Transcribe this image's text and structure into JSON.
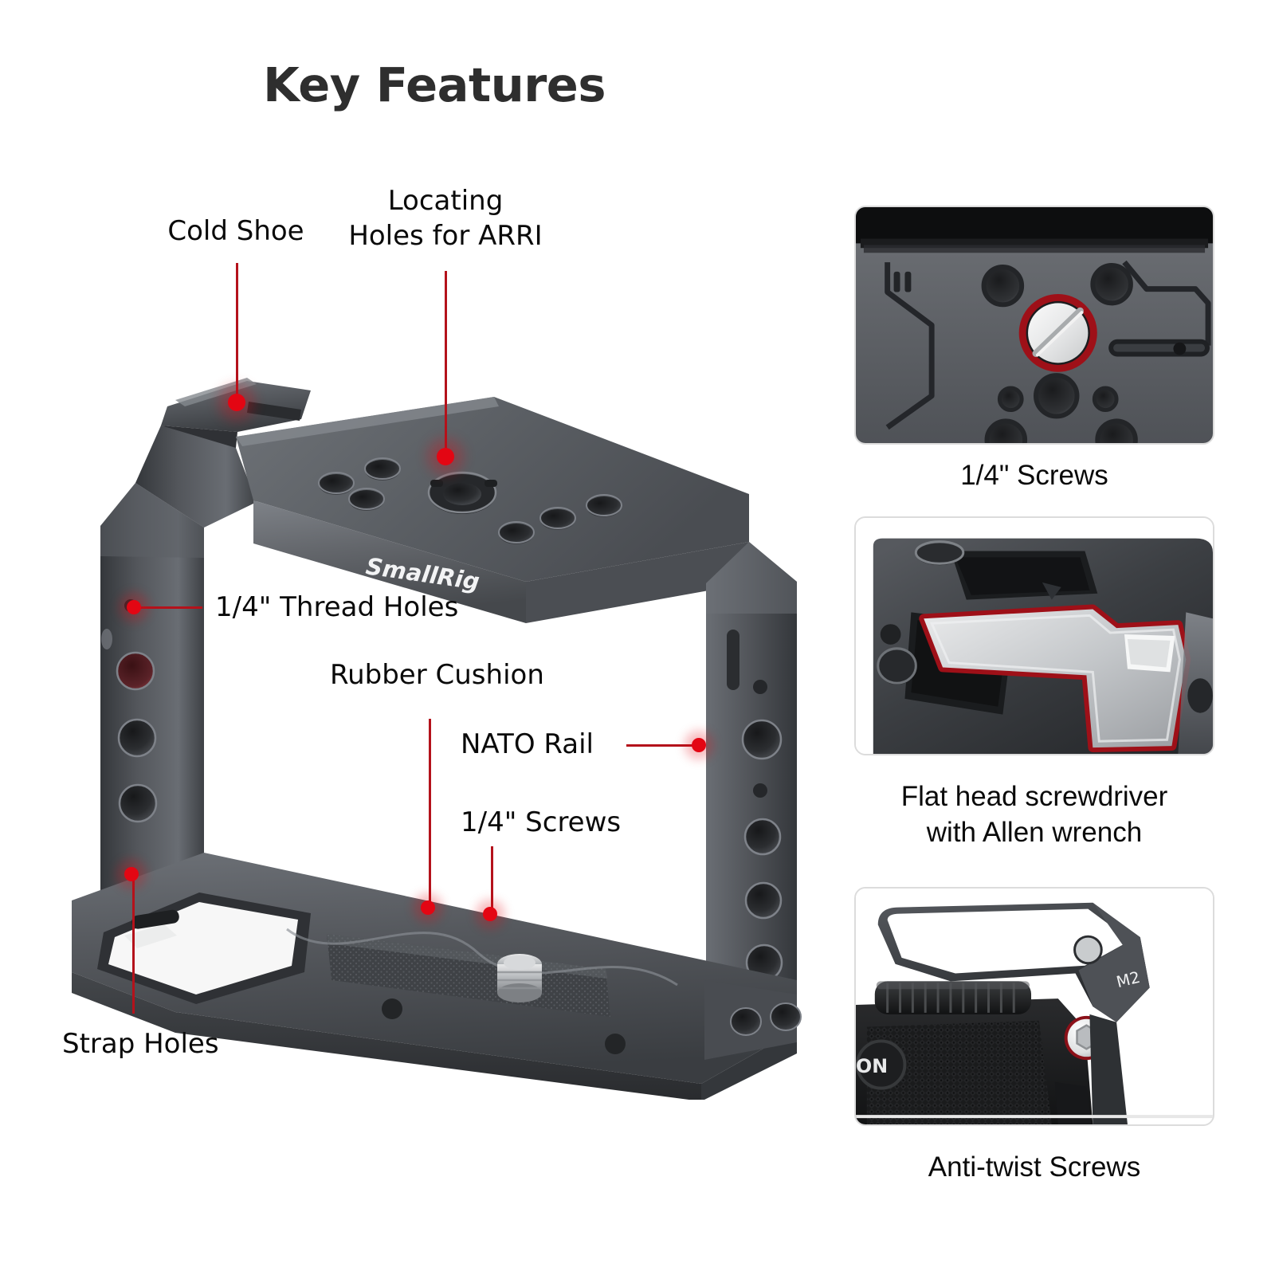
{
  "header": {
    "title": "Key Features"
  },
  "product": {
    "brand_logo_text": "SmallRig"
  },
  "annotations": [
    {
      "id": "cold-shoe",
      "label": "Cold Shoe"
    },
    {
      "id": "locating-holes",
      "label": "Locating\nHoles for ARRI"
    },
    {
      "id": "thread-holes",
      "label": "1/4\" Thread Holes"
    },
    {
      "id": "rubber-cushion",
      "label": "Rubber Cushion"
    },
    {
      "id": "nato-rail",
      "label": "NATO Rail"
    },
    {
      "id": "quarter-screws",
      "label": "1/4\" Screws"
    },
    {
      "id": "strap-holes",
      "label": "Strap Holes"
    }
  ],
  "detail_panels": [
    {
      "id": "quarter-screws-panel",
      "caption": "1/4\" Screws",
      "marking": ""
    },
    {
      "id": "screwdriver-panel",
      "caption": "Flat head screwdriver\nwith Allen wrench",
      "marking": ""
    },
    {
      "id": "anti-twist-panel",
      "caption": "Anti-twist Screws",
      "marking": "M2",
      "camera_text": "ON"
    }
  ],
  "colors": {
    "accent": "#e30613",
    "leader_line": "#b4121b",
    "title": "#2e2e2e",
    "label_text": "#0a0a0a",
    "panel_border": "#dcdcdc",
    "background": "#ffffff",
    "cage_dark": "#3b3d41",
    "cage_mid": "#585b60",
    "cage_light": "#7c8086"
  }
}
